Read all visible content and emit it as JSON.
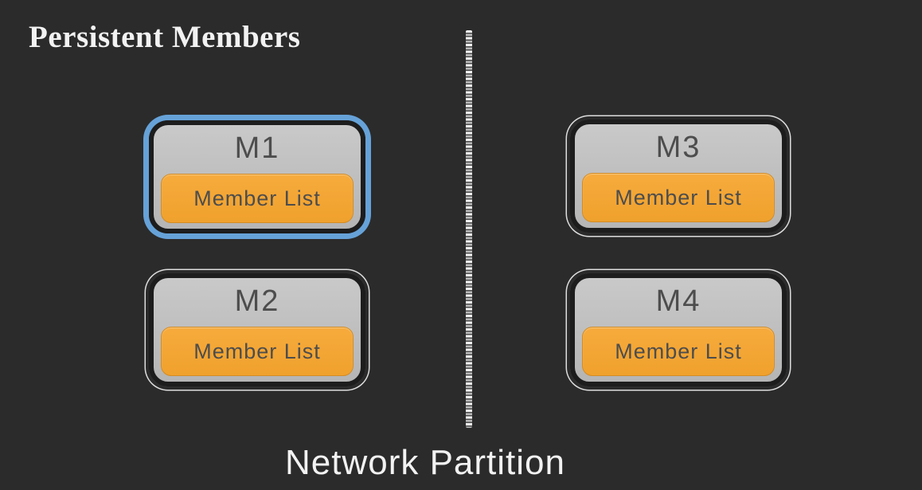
{
  "title": "Persistent Members",
  "caption": "Network Partition",
  "colors": {
    "background": "#2b2b2b",
    "title_text": "#f2f2f2",
    "caption_text": "#f2f2f2",
    "selection_blue": "#66a2d8",
    "node_fill_top": "#c9c9c9",
    "node_fill_bottom": "#b5b5b5",
    "node_border": "#1d1d1d",
    "node_outline": "#dddddd",
    "accent_orange": "#f0a12d",
    "label_text": "#4d4d4d"
  },
  "partitions": [
    {
      "side": "left",
      "nodes": [
        {
          "id": "M1",
          "sublabel": "Member List",
          "selected": true
        },
        {
          "id": "M2",
          "sublabel": "Member List",
          "selected": false
        }
      ]
    },
    {
      "side": "right",
      "nodes": [
        {
          "id": "M3",
          "sublabel": "Member List",
          "selected": false
        },
        {
          "id": "M4",
          "sublabel": "Member List",
          "selected": false
        }
      ]
    }
  ]
}
